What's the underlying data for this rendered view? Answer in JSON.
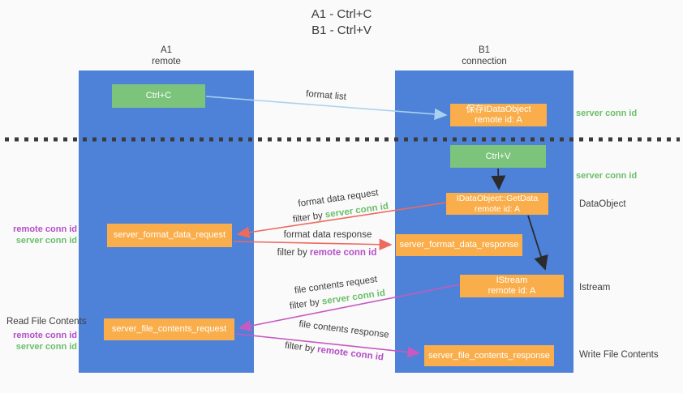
{
  "title": {
    "line1": "A1 - Ctrl+C",
    "line2": "B1 - Ctrl+V"
  },
  "lanes": {
    "left": {
      "name": "A1",
      "role": "remote"
    },
    "right": {
      "name": "B1",
      "role": "connection"
    }
  },
  "nodes": {
    "ctrl_c": {
      "label": "Ctrl+C"
    },
    "save_idataobject": {
      "line1": "保存IDataObject",
      "line2": "remote id: A"
    },
    "ctrl_v": {
      "label": "Ctrl+V"
    },
    "getdata": {
      "line1": "IDataObject::GetData",
      "line2": "remote id: A"
    },
    "format_request": {
      "label": "server_format_data_request"
    },
    "format_response": {
      "label": "server_format_data_response"
    },
    "istream": {
      "line1": "IStream",
      "line2": "remote id: A"
    },
    "file_request": {
      "label": "server_file_contents_request"
    },
    "file_response": {
      "label": "server_file_contents_response"
    }
  },
  "arrow_labels": {
    "format_list": "format list",
    "format_data_request": "format data request",
    "format_data_response": "format data response",
    "file_contents_request": "file contents request",
    "file_contents_response": "file contents response",
    "filter_by": "filter by",
    "server_conn_id": "server conn id",
    "remote_conn_id": "remote conn id"
  },
  "side_labels": {
    "server_conn_id_top": "server conn id",
    "server_conn_id_mid": "server conn id",
    "dataobject": "DataObject",
    "istream": "Istream",
    "write_file_contents": "Write File Contents",
    "read_file_contents": "Read File Contents",
    "remote_conn_id": "remote conn id",
    "server_conn_id": "server conn id"
  },
  "colors": {
    "background": "#fafafa",
    "lane_blue": "#4d82d8",
    "node_green": "#7cc47c",
    "node_orange": "#f9ae4b",
    "arrow_lightblue": "#a8d2f0",
    "arrow_red": "#ed6a5f",
    "arrow_magenta": "#c55ac0",
    "arrow_black": "#2b2b2b",
    "dotted_line": "#3b3b3b",
    "text_green": "#6abf6a",
    "text_purple": "#b44fc8",
    "text_dark": "#3d3d3d"
  }
}
